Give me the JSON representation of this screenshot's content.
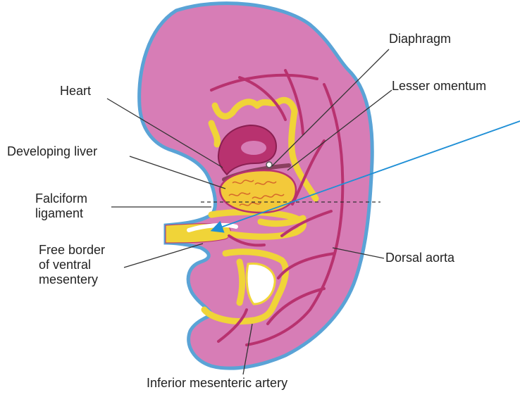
{
  "labels": {
    "heart": "Heart",
    "developing_liver": "Developing liver",
    "falciform_ligament": "Falciform\nligament",
    "free_border": "Free border\nof ventral\nmesentery",
    "diaphragm": "Diaphragm",
    "lesser_omentum": "Lesser omentum",
    "dorsal_aorta": "Dorsal aorta",
    "inferior_mesenteric_artery": "Inferior mesenteric artery"
  },
  "colors": {
    "body_fill": "#d77db6",
    "body_outline": "#5aa3d6",
    "mesentery": "#f0d438",
    "vessel": "#b8326f",
    "liver": "#f3c93a",
    "leader_line": "#333333",
    "pointer_arrow": "#1f8fd6"
  }
}
